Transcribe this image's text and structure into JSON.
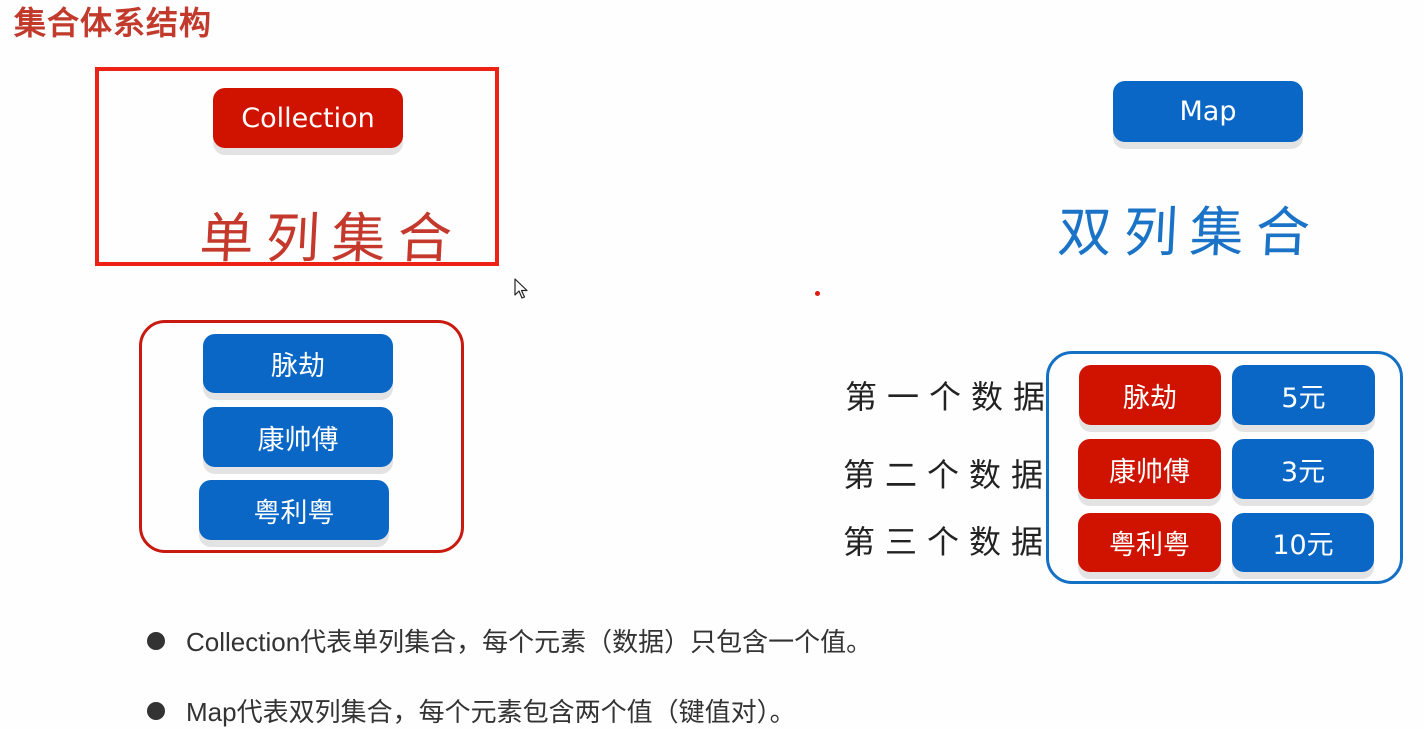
{
  "page": {
    "title": "集合体系结构"
  },
  "colors": {
    "title_red": "#c23a2b",
    "outline_red": "#ec2215",
    "button_red": "#d01300",
    "button_blue": "#0a67c6",
    "handwritten_red": "#c4392c",
    "handwritten_blue": "#1a73c6",
    "shadow_gray": "#e3e3e3"
  },
  "collection": {
    "button_label": "Collection",
    "caption": "单列集合",
    "items": [
      {
        "label": "脉劫"
      },
      {
        "label": "康帅傅"
      },
      {
        "label": "粤利粤"
      }
    ]
  },
  "map": {
    "button_label": "Map",
    "caption": "双列集合",
    "entries": [
      {
        "row_label": "第一个数据",
        "key": "脉劫",
        "value": "5元"
      },
      {
        "row_label": "第二个数据",
        "key": "康帅傅",
        "value": "3元"
      },
      {
        "row_label": "第三个数据",
        "key": "粤利粤",
        "value": "10元"
      }
    ]
  },
  "bullets": [
    {
      "text": "Collection代表单列集合，每个元素（数据）只包含一个值。"
    },
    {
      "text": "Map代表双列集合，每个元素包含两个值（键值对）。"
    }
  ]
}
